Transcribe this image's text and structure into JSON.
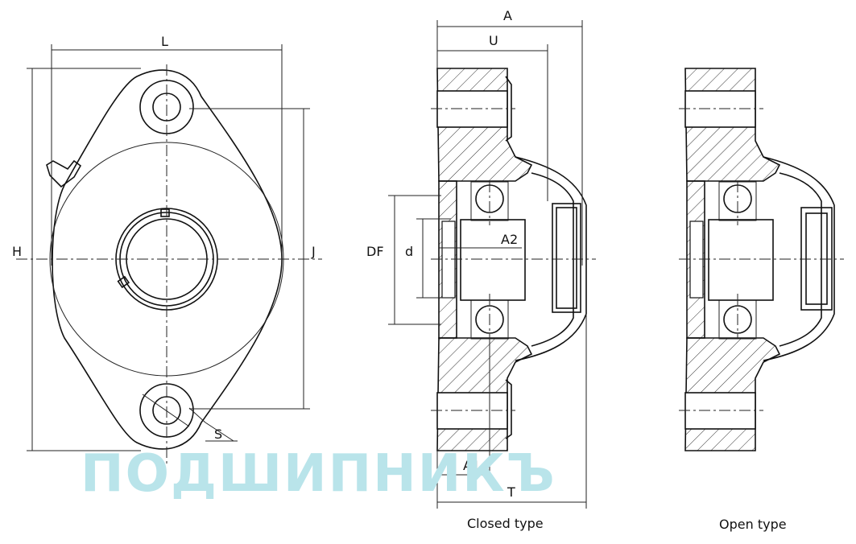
{
  "dimension_labels": {
    "L": "L",
    "H": "H",
    "J": "J",
    "S": "S",
    "A": "A",
    "U": "U",
    "DF": "DF",
    "d": "d",
    "A2": "A2",
    "A1": "A1",
    "T": "T"
  },
  "captions": {
    "closed": "Closed type",
    "open": "Open type"
  },
  "watermark": "ПОДШИПНИКЪ"
}
